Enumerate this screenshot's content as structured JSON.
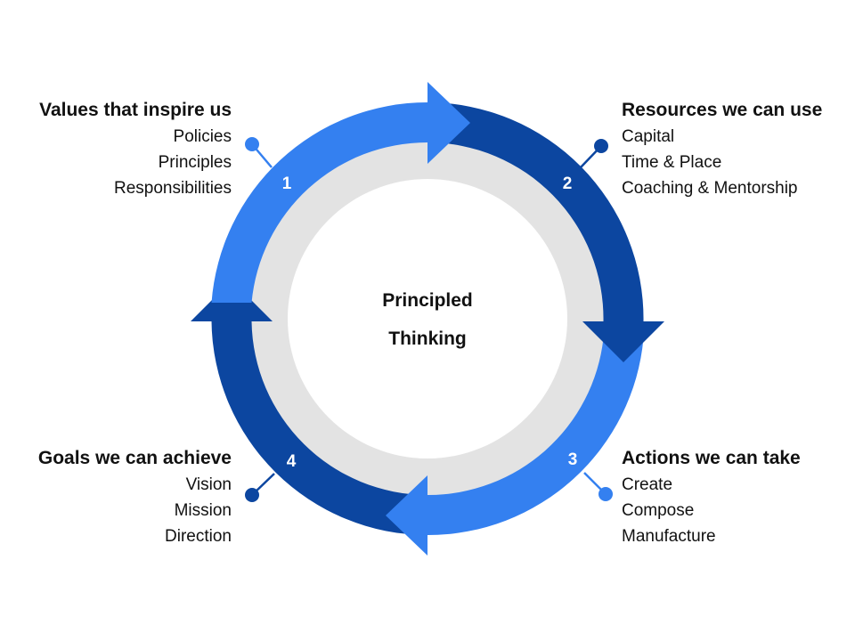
{
  "center": {
    "line1": "Principled",
    "line2": "Thinking"
  },
  "colors": {
    "light_blue": "#3480f0",
    "dark_blue": "#0c46a0",
    "inner_gray": "#e3e3e3"
  },
  "steps": [
    {
      "number": "1",
      "title": "Values that inspire us",
      "items": [
        "Policies",
        "Principles",
        "Responsibilities"
      ]
    },
    {
      "number": "2",
      "title": "Resources we can use",
      "items": [
        "Capital",
        "Time & Place",
        "Coaching & Mentorship"
      ]
    },
    {
      "number": "3",
      "title": "Actions we can take",
      "items": [
        "Create",
        "Compose",
        "Manufacture"
      ]
    },
    {
      "number": "4",
      "title": "Goals we can achieve",
      "items": [
        "Vision",
        "Mission",
        "Direction"
      ]
    }
  ]
}
